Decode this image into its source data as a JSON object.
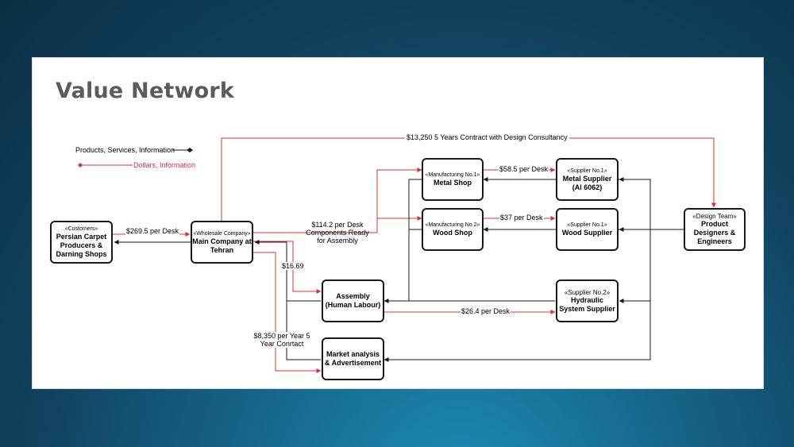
{
  "title": "Value Network",
  "legend": {
    "products": "Products, Services, Information",
    "dollars": "Dollars, Information"
  },
  "boxes": {
    "customers": {
      "stereotype": "«Customers»",
      "name": "Persian Carpet Producers & Darning Shops"
    },
    "main": {
      "stereotype": "«Wholesale Company»",
      "name": "Main Company at Tehran"
    },
    "metal_shop": {
      "stereotype": "«Manufacturing No.1»",
      "name": "Metal Shop"
    },
    "wood_shop": {
      "stereotype": "«Manufacturing No.2»",
      "name": "Wood Shop"
    },
    "metal_supplier": {
      "stereotype": "«Supplier No.1»",
      "name": "Metal Supplier (Al 6062)"
    },
    "wood_supplier": {
      "stereotype": "«Supplier No.1»",
      "name": "Wood Supplier"
    },
    "design_team": {
      "stereotype": "«Design Team»",
      "name": "Product Designers & Engineers"
    },
    "assembly": {
      "stereotype": "",
      "name": "Assembly (Human Labour)"
    },
    "hydraulic": {
      "stereotype": "«Supplier No.2»",
      "name": "Hydraulic System Supplier"
    },
    "market": {
      "stereotype": "",
      "name": "Market analysis & Advertisement"
    }
  },
  "flows": {
    "design_contract": "$13,250 5 Years Contract with Design Consultancy",
    "customer_payment": "$269.5 per Desk",
    "components": "$114.2 per Desk Components Ready for Assembly",
    "metal_payment": "$58.5 per Desk",
    "wood_payment": "$37 per Desk",
    "assembly_payment": "$16.69",
    "hydraulic_payment": "$26.4 per Desk",
    "market_payment": "$8,350 per Year 5 Year Conrtact"
  },
  "colors": {
    "money": "#e03030",
    "product": "#1a1a1a"
  }
}
